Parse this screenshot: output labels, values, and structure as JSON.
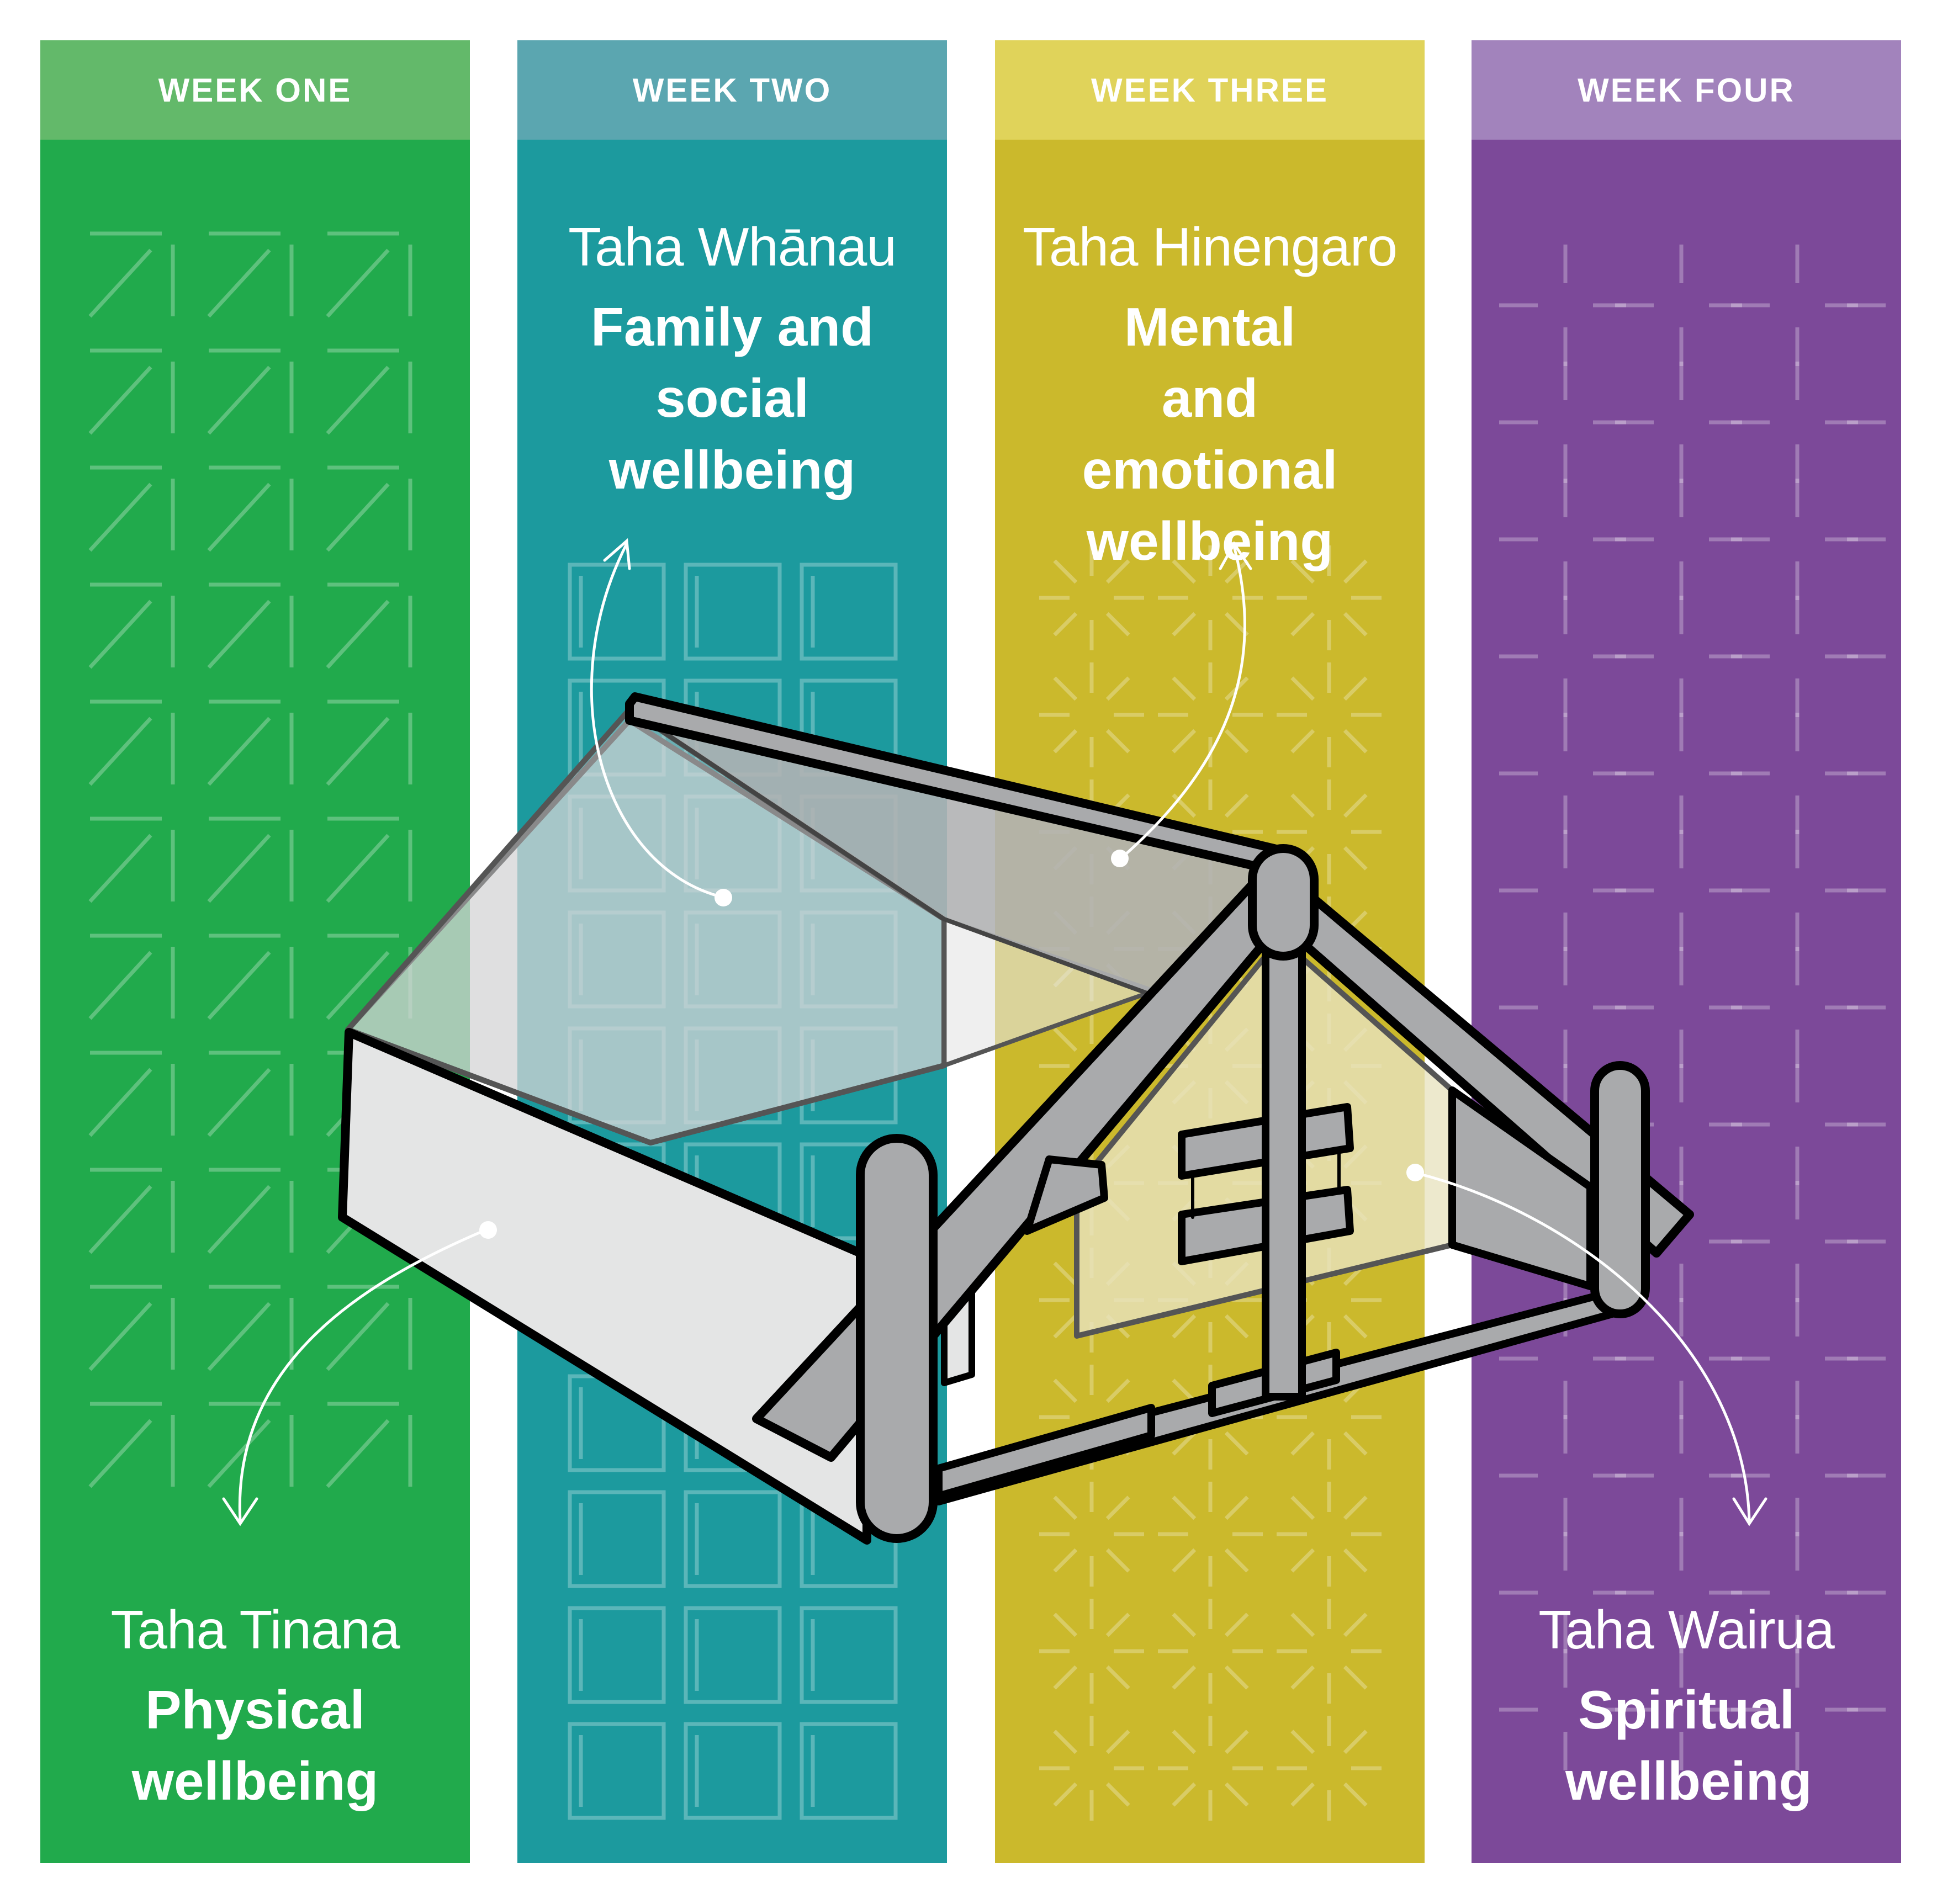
{
  "columns": [
    {
      "header": "WEEK ONE",
      "maori": "Taha Tinana",
      "english": "Physical wellbeing",
      "head_color": "#63b96a",
      "body_color": "#21aa4c",
      "pattern_icon": "diagonal-step-pattern"
    },
    {
      "header": "WEEK TWO",
      "maori": "Taha Whānau",
      "english": "Family and social wellbeing",
      "head_color": "#5ba6b0",
      "body_color": "#1c9a9e",
      "pattern_icon": "square-grid-pattern"
    },
    {
      "header": "WEEK THREE",
      "maori": "Taha Hinengaro",
      "english": "Mental and emotional wellbeing",
      "head_color": "#e0d35a",
      "body_color": "#cbb92c",
      "pattern_icon": "starburst-pattern"
    },
    {
      "header": "WEEK FOUR",
      "maori": "Taha Wairua",
      "english": "Spiritual wellbeing",
      "head_color": "#a283bc",
      "body_color": "#7c4999",
      "pattern_icon": "cross-lattice-pattern"
    }
  ],
  "illustration": {
    "icon": "wharenui-house-icon",
    "outline_color": "#000000",
    "roof_color": "#a9aaac",
    "wall_color": "#e4e5e5"
  }
}
